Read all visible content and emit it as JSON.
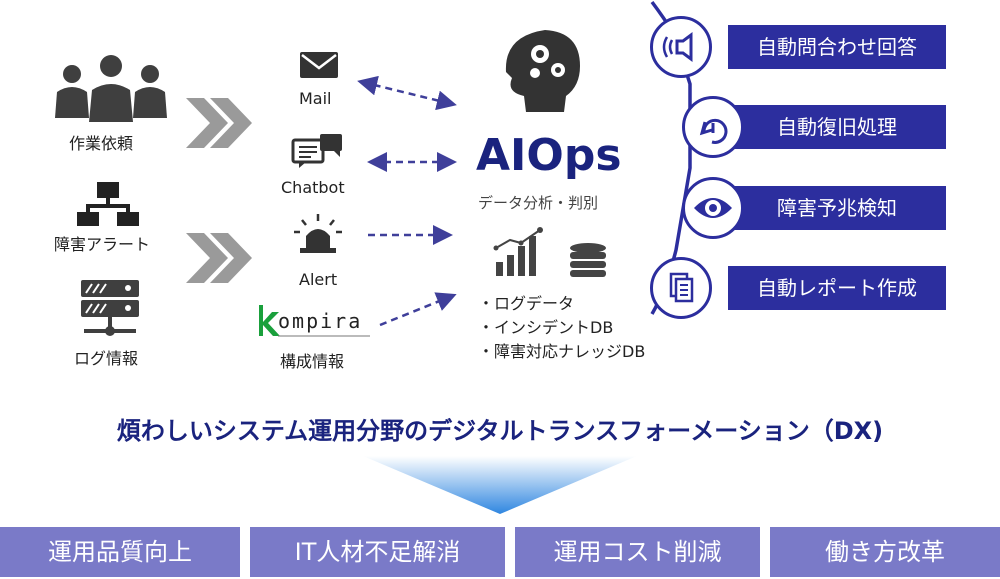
{
  "sources": [
    {
      "label": "作業依頼",
      "icon": "people-icon"
    },
    {
      "label": "障害アラート",
      "icon": "network-icon"
    },
    {
      "label": "ログ情報",
      "icon": "server-icon"
    }
  ],
  "channels": [
    {
      "label": "Mail",
      "icon": "mail-icon"
    },
    {
      "label": "Chatbot",
      "icon": "chat-icon"
    },
    {
      "label": "Alert",
      "icon": "siren-icon"
    }
  ],
  "config": {
    "logo_text": "ompira",
    "label": "構成情報"
  },
  "aiops": {
    "title": "AIOps",
    "subtitle": "データ分析・判別",
    "data_sources": [
      "・ログデータ",
      "・インシデントDB",
      "・障害対応ナレッジDB"
    ]
  },
  "features": [
    {
      "label": "自動問合わせ回答",
      "icon": "speaker-icon"
    },
    {
      "label": "自動復旧処理",
      "icon": "recovery-icon"
    },
    {
      "label": "障害予兆検知",
      "icon": "eye-icon"
    },
    {
      "label": "自動レポート作成",
      "icon": "document-icon"
    }
  ],
  "headline": "煩わしいシステム運用分野のデジタルトランスフォーメーション（DX)",
  "outcomes": [
    "運用品質向上",
    "IT人材不足解消",
    "運用コスト削減",
    "働き方改革"
  ],
  "colors": {
    "navy": "#2c2e9e",
    "lavender": "#7a7ac8",
    "arrow_grey": "#9a9a9a",
    "icon_dark": "#3f3f3f",
    "headline": "#1a237e",
    "logo_green": "#1aa03c"
  }
}
